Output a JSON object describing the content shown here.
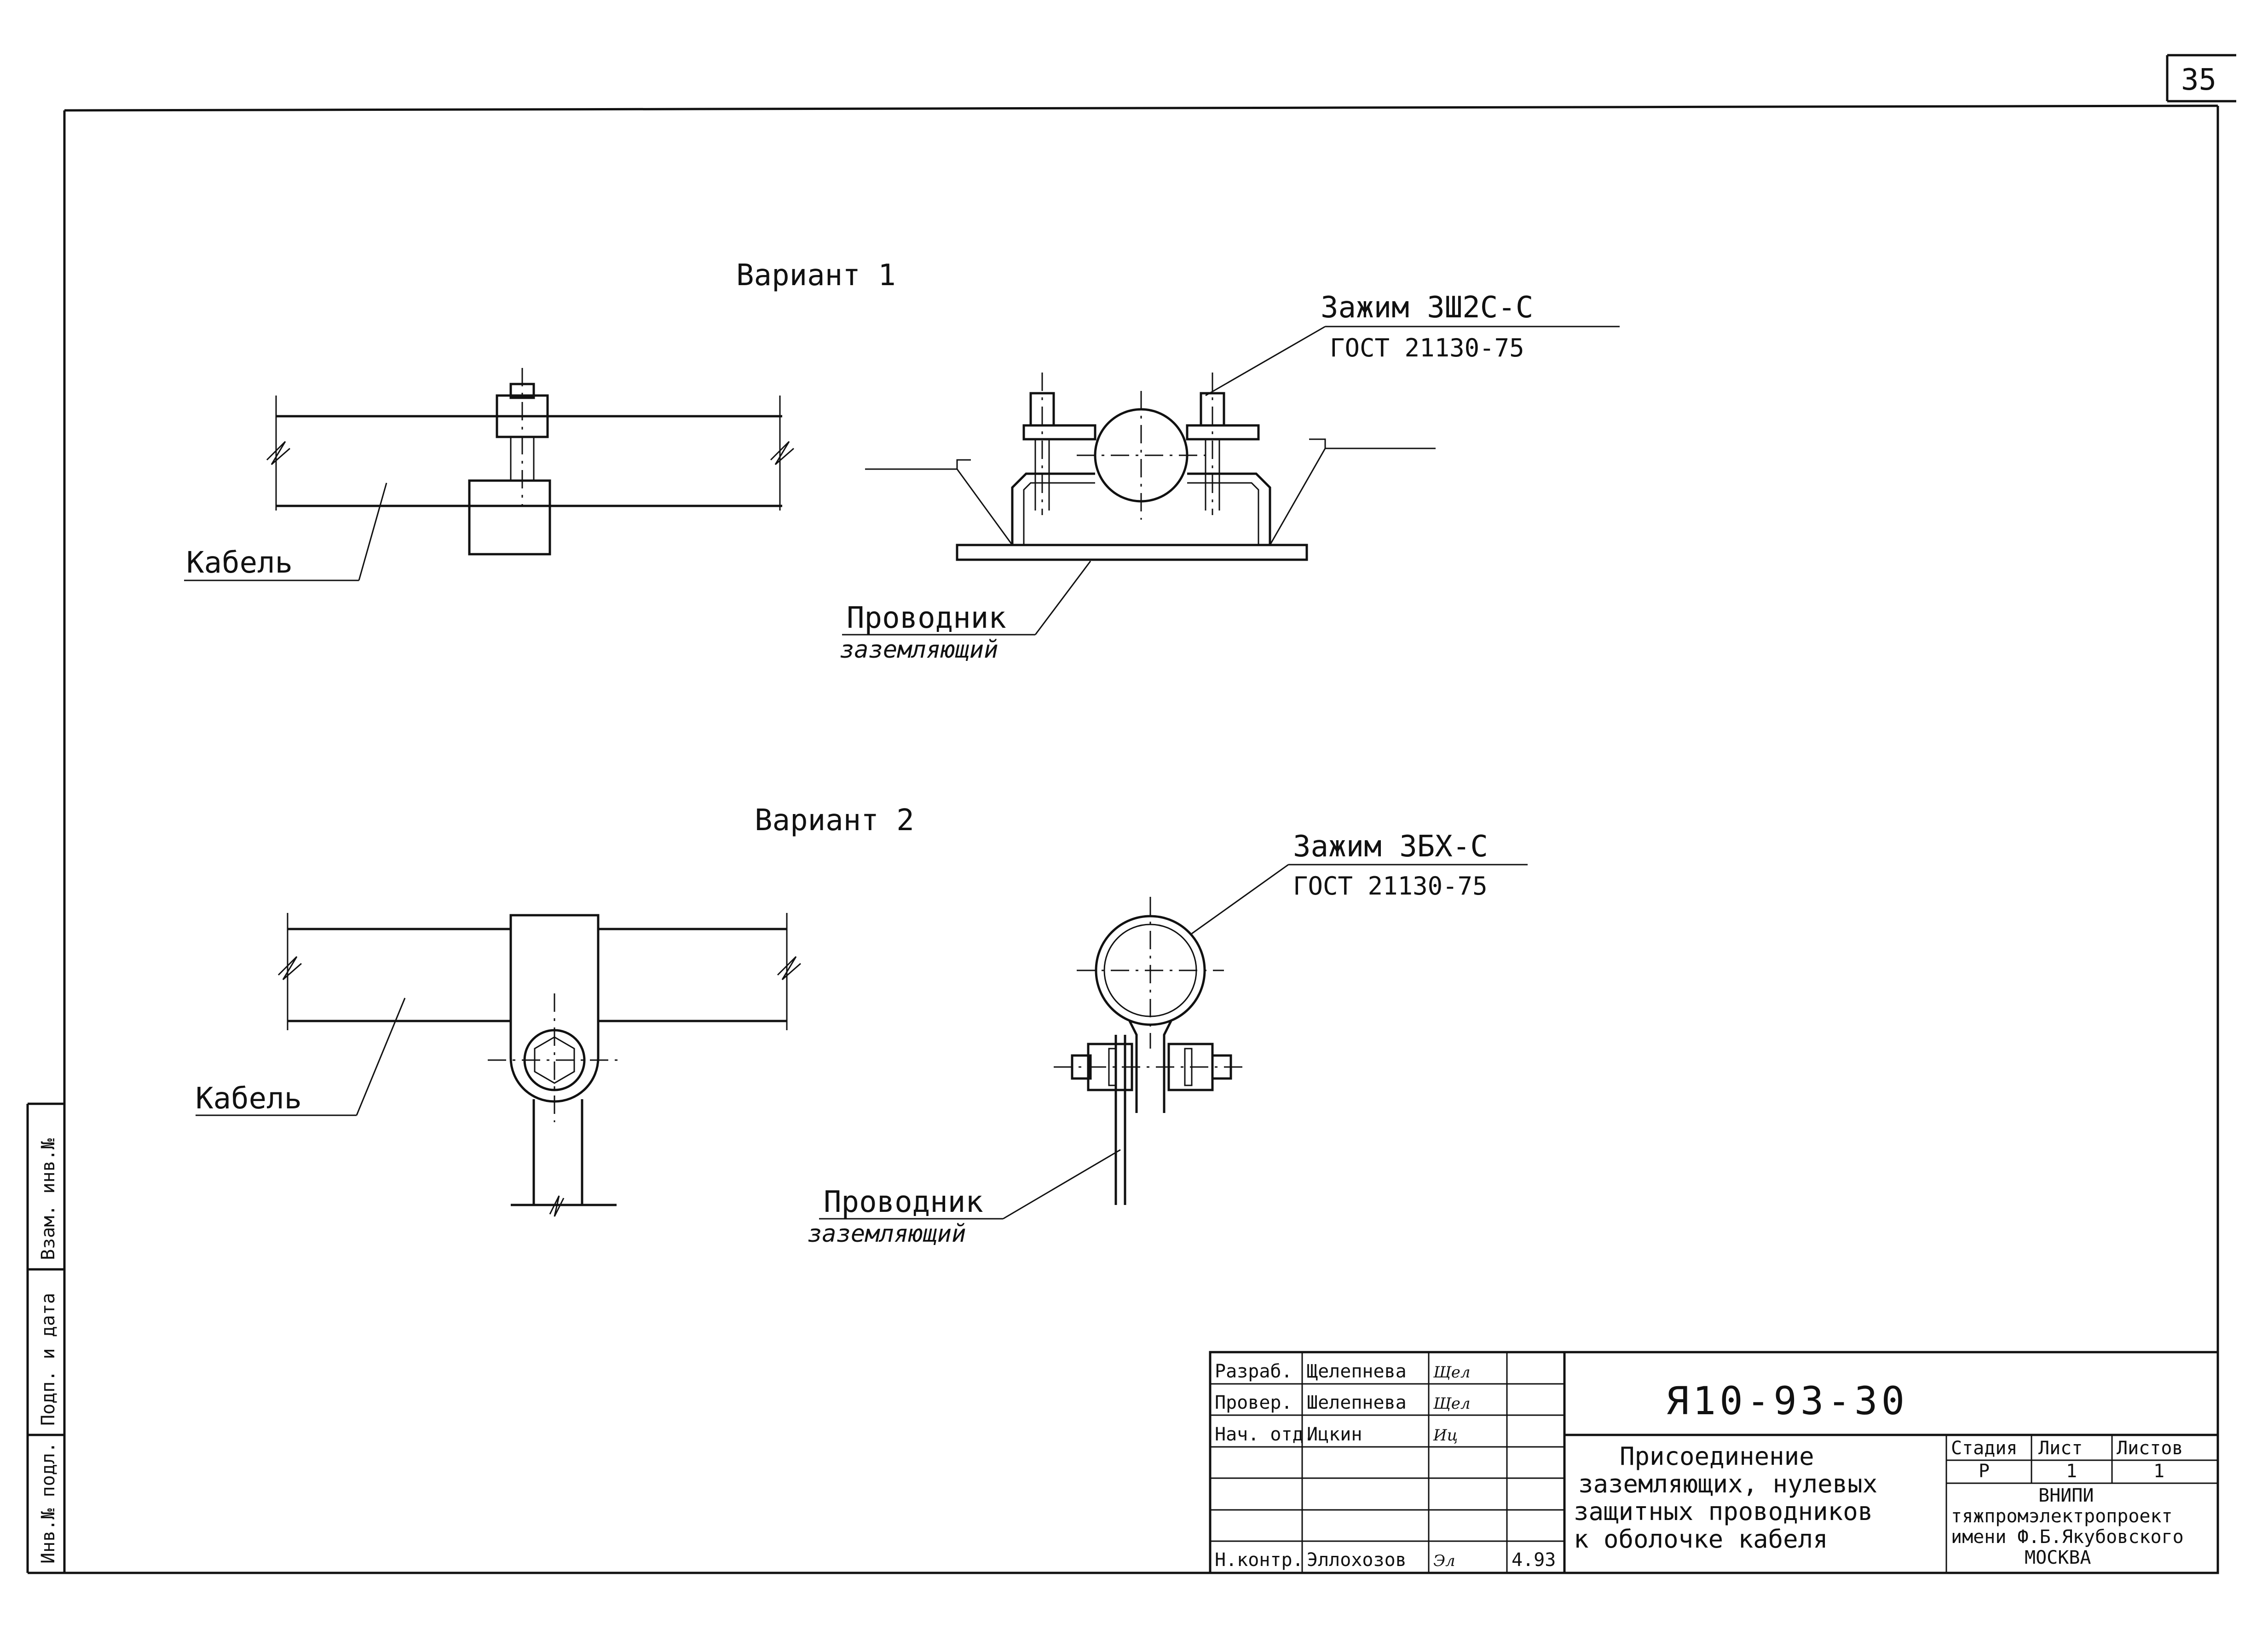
{
  "sheet": {
    "number": "35"
  },
  "variant1": {
    "title": "Вариант 1",
    "clamp_name": "Зажим ЗШ2С-С",
    "clamp_standard": "ГОСТ 21130-75",
    "cable_label": "Кабель",
    "conductor_label": "Проводник",
    "conductor_sub": "заземляющий"
  },
  "variant2": {
    "title": "Вариант 2",
    "clamp_name": "Зажим ЗБХ-С",
    "clamp_standard": "ГОСТ 21130-75",
    "cable_label": "Кабель",
    "conductor_label": "Проводник",
    "conductor_sub": "заземляющий"
  },
  "side_stamp": {
    "inv_podl": "Инв.№ подл.",
    "podp_data": "Подп. и дата",
    "vzam_inv": "Взам. инв.№"
  },
  "title_block": {
    "rows": [
      {
        "role": "Разраб.",
        "name": "Щелепнева",
        "sign": "Щел",
        "date": ""
      },
      {
        "role": "Провер.",
        "name": "Шелепнева",
        "sign": "Щел",
        "date": ""
      },
      {
        "role": "Нач. отд.",
        "name": "Ицкин",
        "sign": "Иц",
        "date": ""
      },
      {
        "role": "",
        "name": "",
        "sign": "",
        "date": ""
      },
      {
        "role": "",
        "name": "",
        "sign": "",
        "date": ""
      },
      {
        "role": "",
        "name": "",
        "sign": "",
        "date": ""
      },
      {
        "role": "Н.контр.",
        "name": "Эллохозов",
        "sign": "Эл",
        "date": "4.93"
      }
    ],
    "doc_code": "Я10-93-30",
    "description": [
      "Присоединение",
      "заземляющих, нулевых",
      "защитных проводников",
      "к оболочке   кабеля"
    ],
    "stage_header": "Стадия",
    "sheet_header": "Лист",
    "sheets_header": "Листов",
    "stage": "Р",
    "sheet": "1",
    "sheets": "1",
    "org": [
      "ВНИПИ",
      "тяжпромэлектропроект",
      "имени Ф.Б.Якубовского",
      "МОСКВА"
    ]
  }
}
